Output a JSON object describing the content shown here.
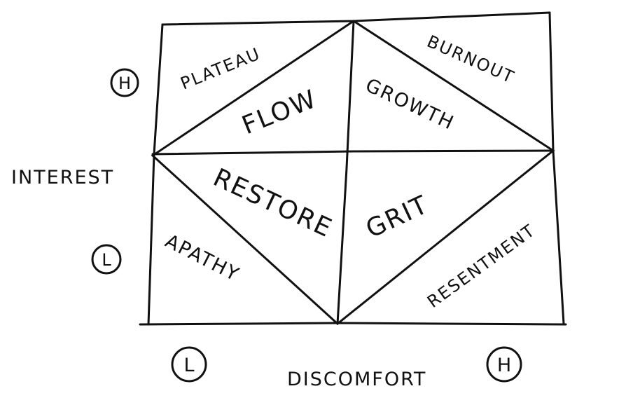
{
  "title": "Interest vs Discomfort matrix",
  "axes": {
    "y_label": "INTEREST",
    "x_label": "DISCOMFORT",
    "y_high": "H",
    "y_low": "L",
    "x_low": "L",
    "x_high": "H"
  },
  "zones": {
    "plateau": "PLATEAU",
    "flow": "FLOW",
    "growth": "GROWTH",
    "burnout": "BURNOUT",
    "restore": "RESTORE",
    "grit": "GRIT",
    "apathy": "APATHY",
    "resentment": "RESENTMENT"
  }
}
